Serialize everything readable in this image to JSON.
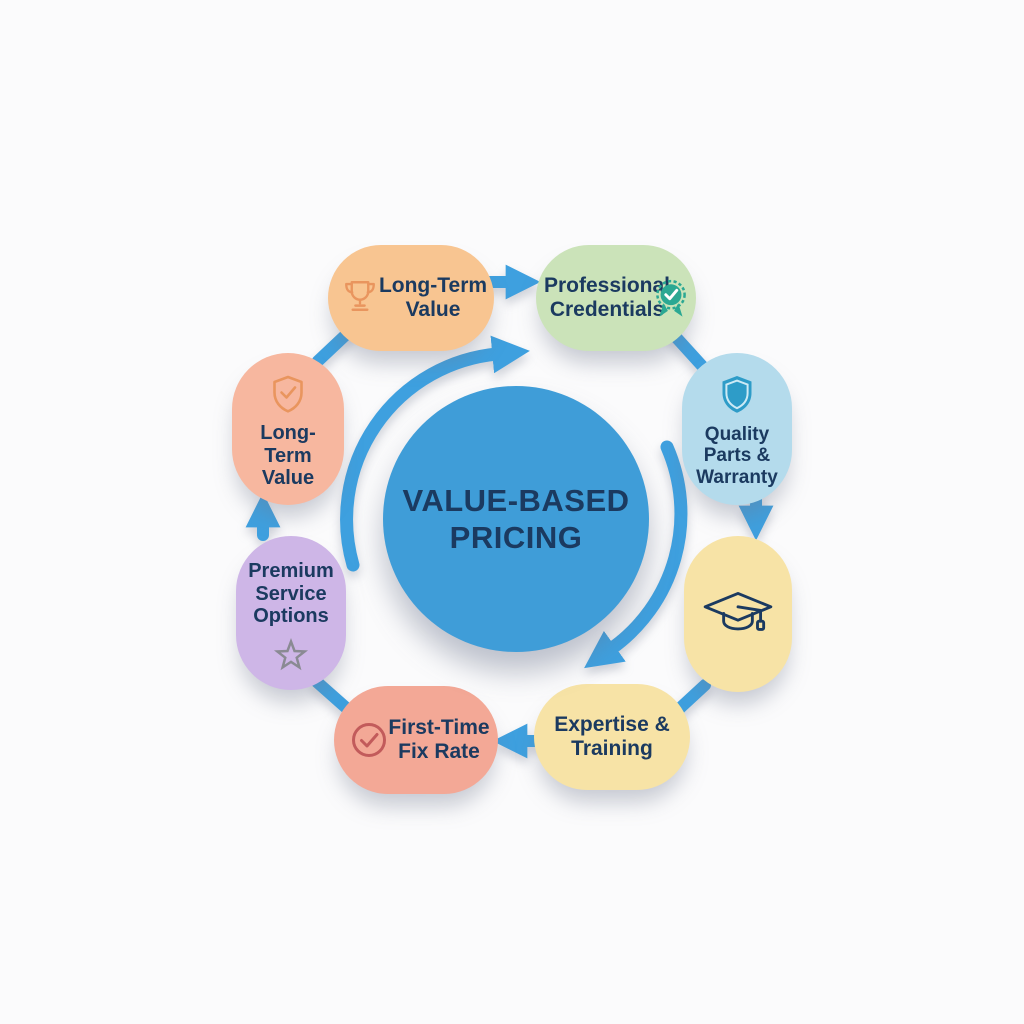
{
  "center": {
    "label": "VALUE-BASED PRICING"
  },
  "nodes": [
    {
      "id": "long-term-value-top",
      "label": "Long-Term Value",
      "icon": "trophy-icon",
      "color": "#f8c591"
    },
    {
      "id": "professional-credentials",
      "label": "Professional Credentials",
      "icon": "award-ribbon-icon",
      "color": "#cbe3b9"
    },
    {
      "id": "quality-parts-warranty",
      "label": "Quality Parts & Warranty",
      "icon": "shield-icon",
      "color": "#b4dbec"
    },
    {
      "id": "expertise-training-badge",
      "label": "",
      "icon": "graduation-cap-icon",
      "color": "#f7e3a6"
    },
    {
      "id": "expertise-training",
      "label": "Expertise & Training",
      "icon": null,
      "color": "#f7e3a6"
    },
    {
      "id": "first-time-fix-rate",
      "label": "First-Time Fix Rate",
      "icon": "check-circle-icon",
      "color": "#f3a896"
    },
    {
      "id": "premium-service-options",
      "label": "Premium Service Options",
      "icon": "star-icon",
      "color": "#ceb6e7"
    },
    {
      "id": "long-term-value-left",
      "label": "Long-Term Value",
      "icon": "shield-check-icon",
      "color": "#f7b79f"
    }
  ],
  "connections": [
    {
      "from": "long-term-value-top",
      "to": "professional-credentials",
      "arrowhead": true
    },
    {
      "from": "professional-credentials",
      "to": "quality-parts-warranty",
      "arrowhead": false
    },
    {
      "from": "quality-parts-warranty",
      "to": "expertise-training-badge",
      "arrowhead": true
    },
    {
      "from": "expertise-training-badge",
      "to": "expertise-training",
      "arrowhead": false
    },
    {
      "from": "expertise-training",
      "to": "first-time-fix-rate",
      "arrowhead": true
    },
    {
      "from": "first-time-fix-rate",
      "to": "premium-service-options",
      "arrowhead": false
    },
    {
      "from": "premium-service-options",
      "to": "long-term-value-left",
      "arrowhead": true
    },
    {
      "from": "long-term-value-left",
      "to": "long-term-value-top",
      "arrowhead": false
    }
  ],
  "flow_direction": "clockwise",
  "colors": {
    "background": "#fbfbfc",
    "arrow": "#3ea0df",
    "center_circle": "#3f9dd8",
    "text": "#1b3a60"
  },
  "icon_colors": {
    "trophy": "#e9955e",
    "award": "#2ba893",
    "shield": "#2e9cc8",
    "graduation": "#1b3a60",
    "check_circle": "#c25b5b",
    "star": "#8a8a93",
    "shield_check": "#e9955e"
  }
}
